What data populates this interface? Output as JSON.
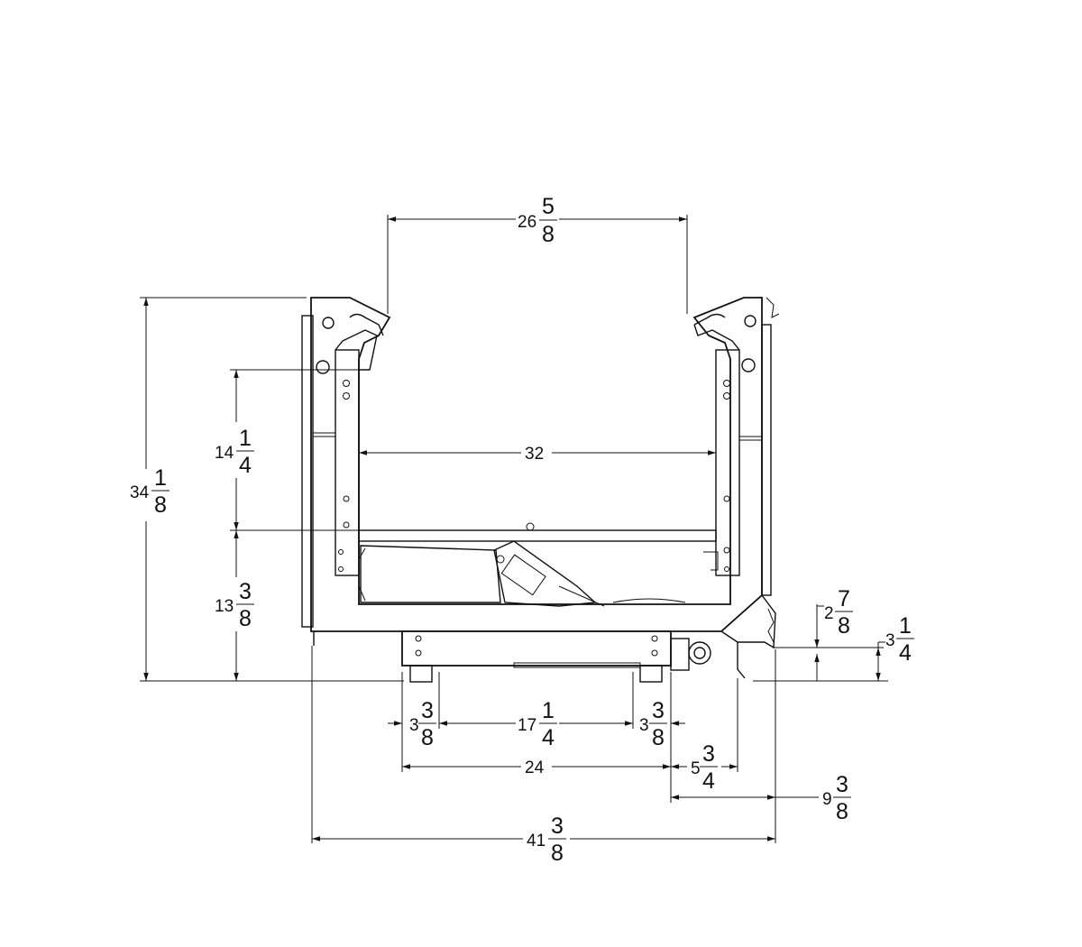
{
  "dimensions": {
    "top_opening": {
      "whole": "26",
      "num": "5",
      "den": "8"
    },
    "inner_width": {
      "whole": "32",
      "num": "",
      "den": ""
    },
    "overall_height": {
      "whole": "34",
      "num": "1",
      "den": "8"
    },
    "upper_height": {
      "whole": "14",
      "num": "1",
      "den": "4"
    },
    "lower_height": {
      "whole": "13",
      "num": "3",
      "den": "8"
    },
    "bracket_top": {
      "whole": "2",
      "num": "7",
      "den": "8"
    },
    "bracket_bottom": {
      "whole": "3",
      "num": "1",
      "den": "4"
    },
    "leg_offset_left": {
      "whole": "3",
      "num": "3",
      "den": "8"
    },
    "leg_spacing": {
      "whole": "17",
      "num": "1",
      "den": "4"
    },
    "leg_offset_right": {
      "whole": "3",
      "num": "3",
      "den": "8"
    },
    "base_width": {
      "whole": "24",
      "num": "",
      "den": ""
    },
    "side_offset": {
      "whole": "5",
      "num": "3",
      "den": "4"
    },
    "rear_offset": {
      "whole": "9",
      "num": "3",
      "den": "8"
    },
    "overall_width": {
      "whole": "41",
      "num": "3",
      "den": "8"
    }
  }
}
